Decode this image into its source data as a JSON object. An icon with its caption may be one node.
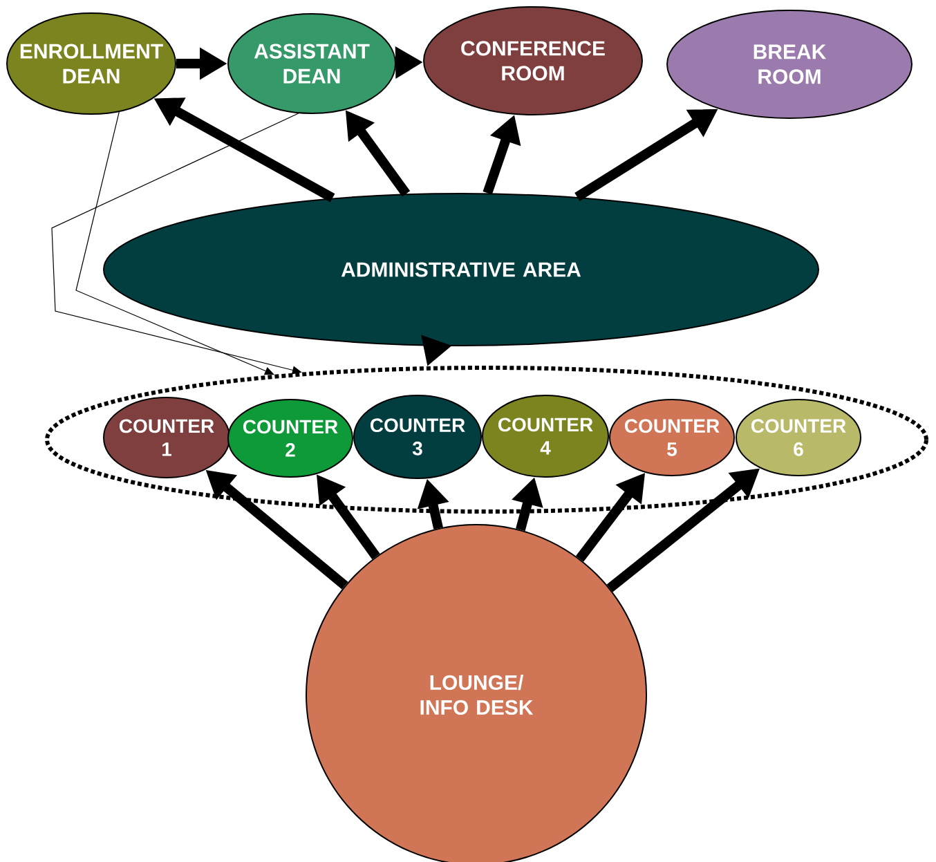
{
  "diagram": {
    "nodes": [
      {
        "text": [
          "ENROLLMENT DEAN"
        ]
      },
      {
        "text": [
          "ASSISTANT DEAN"
        ]
      },
      {
        "text": [
          "CONFERENCE ROOM"
        ]
      },
      {
        "text": [
          "BREAK ROOM"
        ]
      },
      {
        "text": [
          "ADMINISTRATIVE AREA"
        ]
      },
      {
        "text": [],
        "shape": "ellipse"
      },
      {
        "text": [
          "COUNTER 1"
        ],
        "in": 5
      },
      {
        "text": [
          "COUNTER 2"
        ],
        "in": 5
      },
      {
        "text": [
          "COUNTER 3"
        ],
        "in": 5
      },
      {
        "text": [
          "COUNTER 4"
        ],
        "in": 5
      },
      {
        "text": [
          "COUNTER 5"
        ],
        "in": 5
      },
      {
        "text": [
          "COUNTER 6"
        ],
        "in": 5
      },
      {
        "text": [
          "LOUNGE/ INFO DESK"
        ]
      }
    ],
    "edges": [
      {
        "from": 0,
        "to": 1,
        "arrow": "to"
      },
      {
        "from": 1,
        "to": 2,
        "arrow": "to"
      },
      {
        "from": 4,
        "to": 0,
        "arrow": "to"
      },
      {
        "from": 4,
        "to": 1,
        "arrow": "to"
      },
      {
        "from": 4,
        "to": 2,
        "arrow": "to"
      },
      {
        "from": 4,
        "to": 3,
        "arrow": "to"
      },
      {
        "from": 4,
        "to": 5,
        "arrow": "to"
      },
      {
        "from": 0,
        "to": 5,
        "arrow": "to"
      },
      {
        "from": 1,
        "to": 5,
        "arrow": "to"
      },
      {
        "from": 12,
        "to": 6,
        "arrow": "to"
      },
      {
        "from": 12,
        "to": 7,
        "arrow": "to"
      },
      {
        "from": 12,
        "to": 8,
        "arrow": "to"
      },
      {
        "from": 12,
        "to": 9,
        "arrow": "to"
      },
      {
        "from": 12,
        "to": 10,
        "arrow": "to"
      },
      {
        "from": 12,
        "to": 11,
        "arrow": "to"
      }
    ]
  }
}
